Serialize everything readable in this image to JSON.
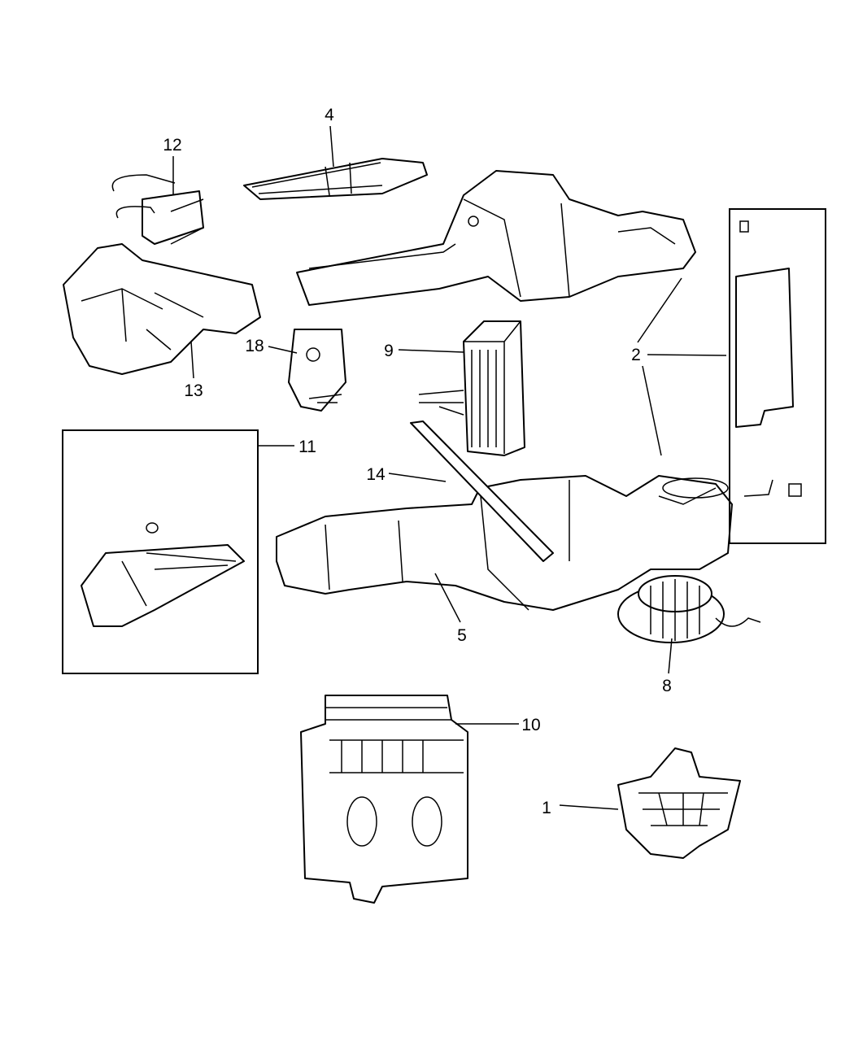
{
  "diagram": {
    "callouts": {
      "c1": "1",
      "c2": "2",
      "c4": "4",
      "c5": "5",
      "c8": "8",
      "c9": "9",
      "c10": "10",
      "c11": "11",
      "c12": "12",
      "c13": "13",
      "c14": "14",
      "c18": "18"
    },
    "colors": {
      "line": "#000000",
      "background": "#ffffff"
    }
  }
}
